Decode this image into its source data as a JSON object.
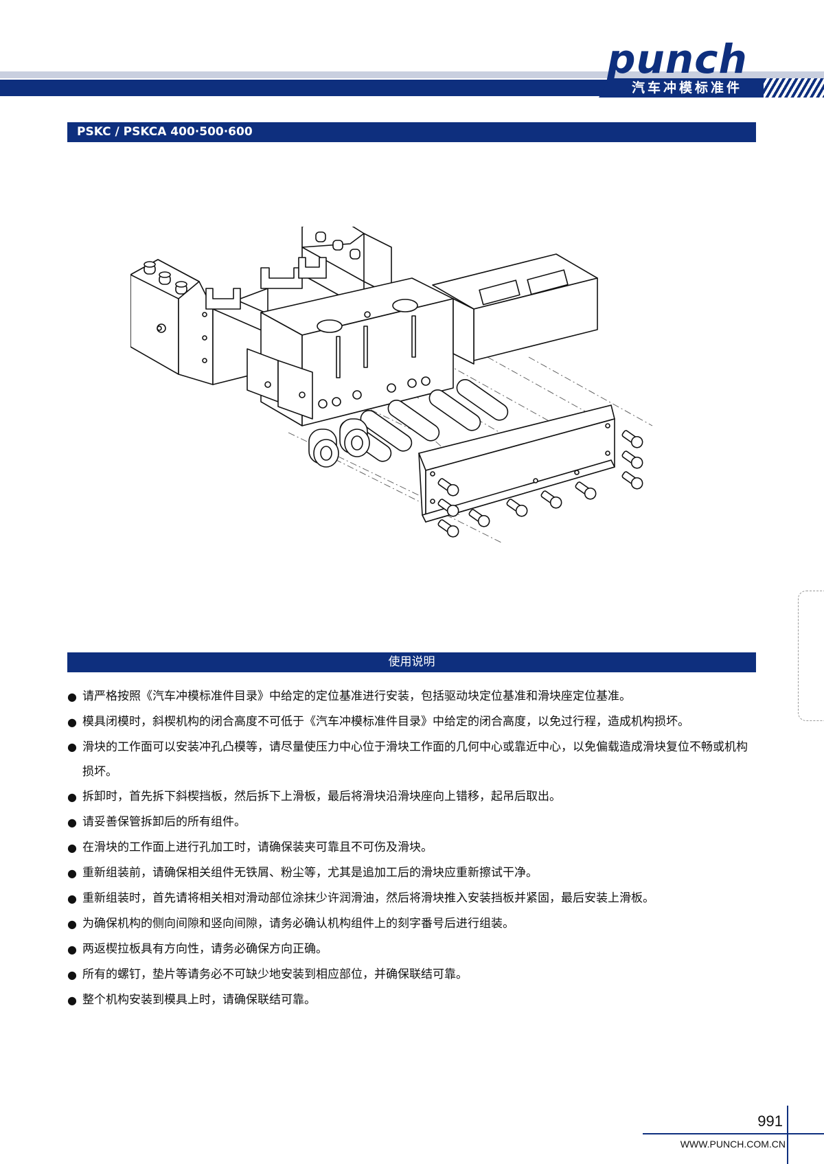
{
  "header": {
    "brand": "punch",
    "tagline": "汽车冲模标准件",
    "colors": {
      "brand_blue": "#0e2f7e",
      "stripe_light": "#c9cfdf"
    }
  },
  "model_title": "PSKC / PSKCA 400·500·600",
  "figure_icon": "exploded-wedge-cam-assembly-drawing",
  "usage_title": "使用说明",
  "bullet_symbol": "●",
  "instructions": [
    "请严格按照《汽车冲模标准件目录》中给定的定位基准进行安装，包括驱动块定位基准和滑块座定位基准。",
    "模具闭模时，斜楔机构的闭合高度不可低于《汽车冲模标准件目录》中给定的闭合高度，以免过行程，造成机构损坏。",
    "滑块的工作面可以安装冲孔凸模等，请尽量使压力中心位于滑块工作面的几何中心或靠近中心，以免偏载造成滑块复位不畅或机构损坏。",
    "拆卸时，首先拆下斜楔挡板，然后拆下上滑板，最后将滑块沿滑块座向上错移，起吊后取出。",
    "请妥善保管拆卸后的所有组件。",
    "在滑块的工作面上进行孔加工时，请确保装夹可靠且不可伤及滑块。",
    "重新组装前，请确保相关组件无铁屑、粉尘等，尤其是追加工后的滑块应重新擦试干净。",
    "重新组装时，首先请将相关相对滑动部位涂抹少许润滑油，然后将滑块推入安装挡板并紧固，最后安装上滑板。",
    "为确保机构的侧向间隙和竖向间隙，请务必确认机构组件上的刻字番号后进行组装。",
    "两返楔拉板具有方向性，请务必确保方向正确。",
    "所有的螺钉，垫片等请务必不可缺少地安装到相应部位，并确保联结可靠。",
    "整个机构安装到模具上时，请确保联结可靠。"
  ],
  "footer": {
    "page_number": "991",
    "website": "WWW.PUNCH.COM.CN"
  }
}
